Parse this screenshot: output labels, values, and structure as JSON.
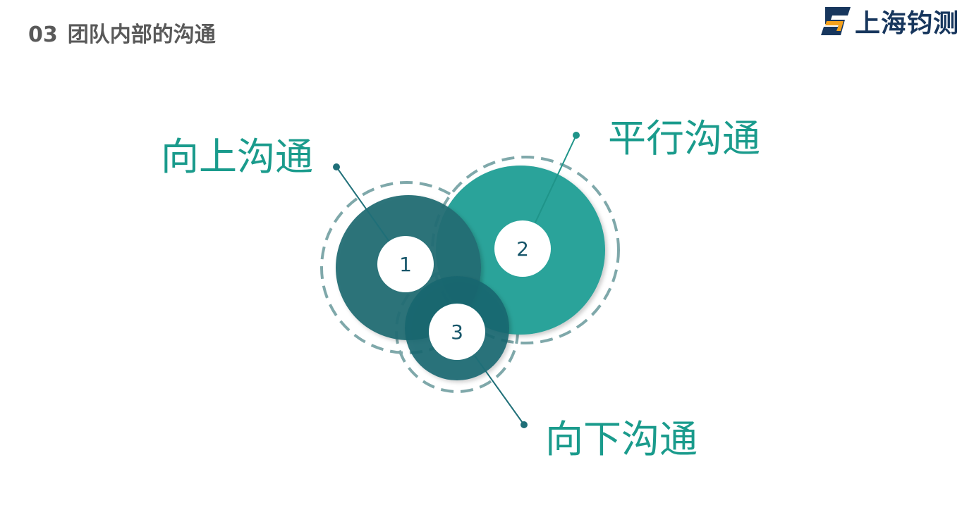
{
  "header": {
    "section_number": "03",
    "title": "团队内部的沟通"
  },
  "logo": {
    "text": "上海钧测",
    "icon": "s-logo-icon"
  },
  "diagram": {
    "items": [
      {
        "number": "1",
        "label": "向上沟通"
      },
      {
        "number": "2",
        "label": "平行沟通"
      },
      {
        "number": "3",
        "label": "向下沟通"
      }
    ]
  },
  "colors": {
    "circle_1": "#2b7a80",
    "circle_2": "#2ba39a",
    "circle_3": "#1f6f78",
    "dash": "#7fa8aa",
    "label": "#1a9b8c",
    "title": "#595959",
    "logo_blue": "#17365d",
    "logo_orange": "#f5a11c"
  }
}
